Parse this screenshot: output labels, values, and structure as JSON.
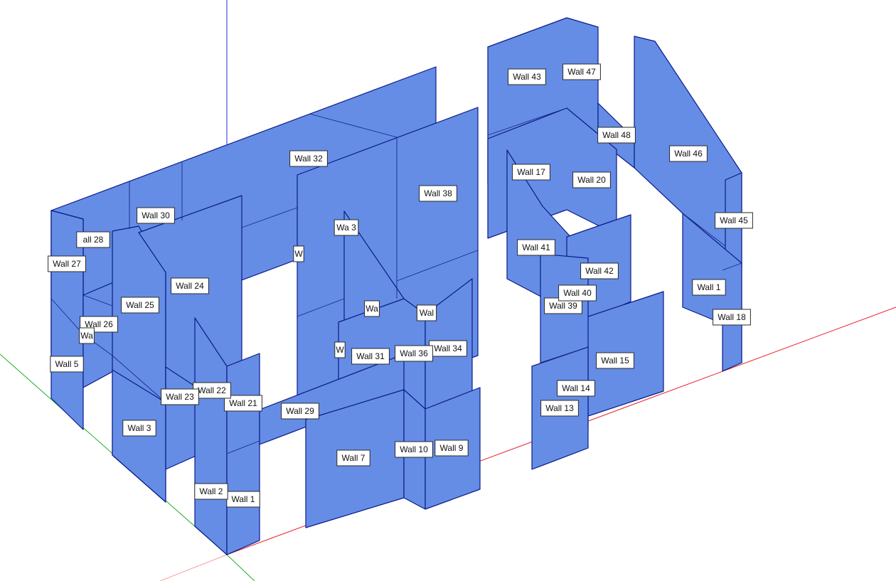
{
  "viewport": {
    "fill_color": "#658de5",
    "edge_color": "#0a1a8a",
    "axis_colors": {
      "red": "#e8202a",
      "green": "#1fae2a",
      "blue": "#2233dd"
    }
  },
  "tags": [
    "Wall 1",
    "Wall 2",
    "Wall 3",
    "Wall 5",
    "Wall 7",
    "Wall 9",
    "Wall 10",
    "Wall 13",
    "Wall 14",
    "Wall 15",
    "Wall 1",
    "Wall 17",
    "Wall 18",
    "Wall 20",
    "Wall 21",
    "Wall 22",
    "Wall 23",
    "Wall 24",
    "Wall 25",
    "Wall 26",
    "Wall 27",
    "all 28",
    "Wall 29",
    "Wall 30",
    "Wall 31",
    "Wall 32",
    "Wa 3",
    "Wall 34",
    "Wall 36",
    "Wall 38",
    "Wall 39",
    "Wall 40",
    "Wall 41",
    "Wall 42",
    "Wall 43",
    "Wall 45",
    "Wall 46",
    "Wall 47",
    "Wall 48",
    "W",
    "Wa",
    "W",
    "Wal",
    "Wa",
    "Wal"
  ]
}
